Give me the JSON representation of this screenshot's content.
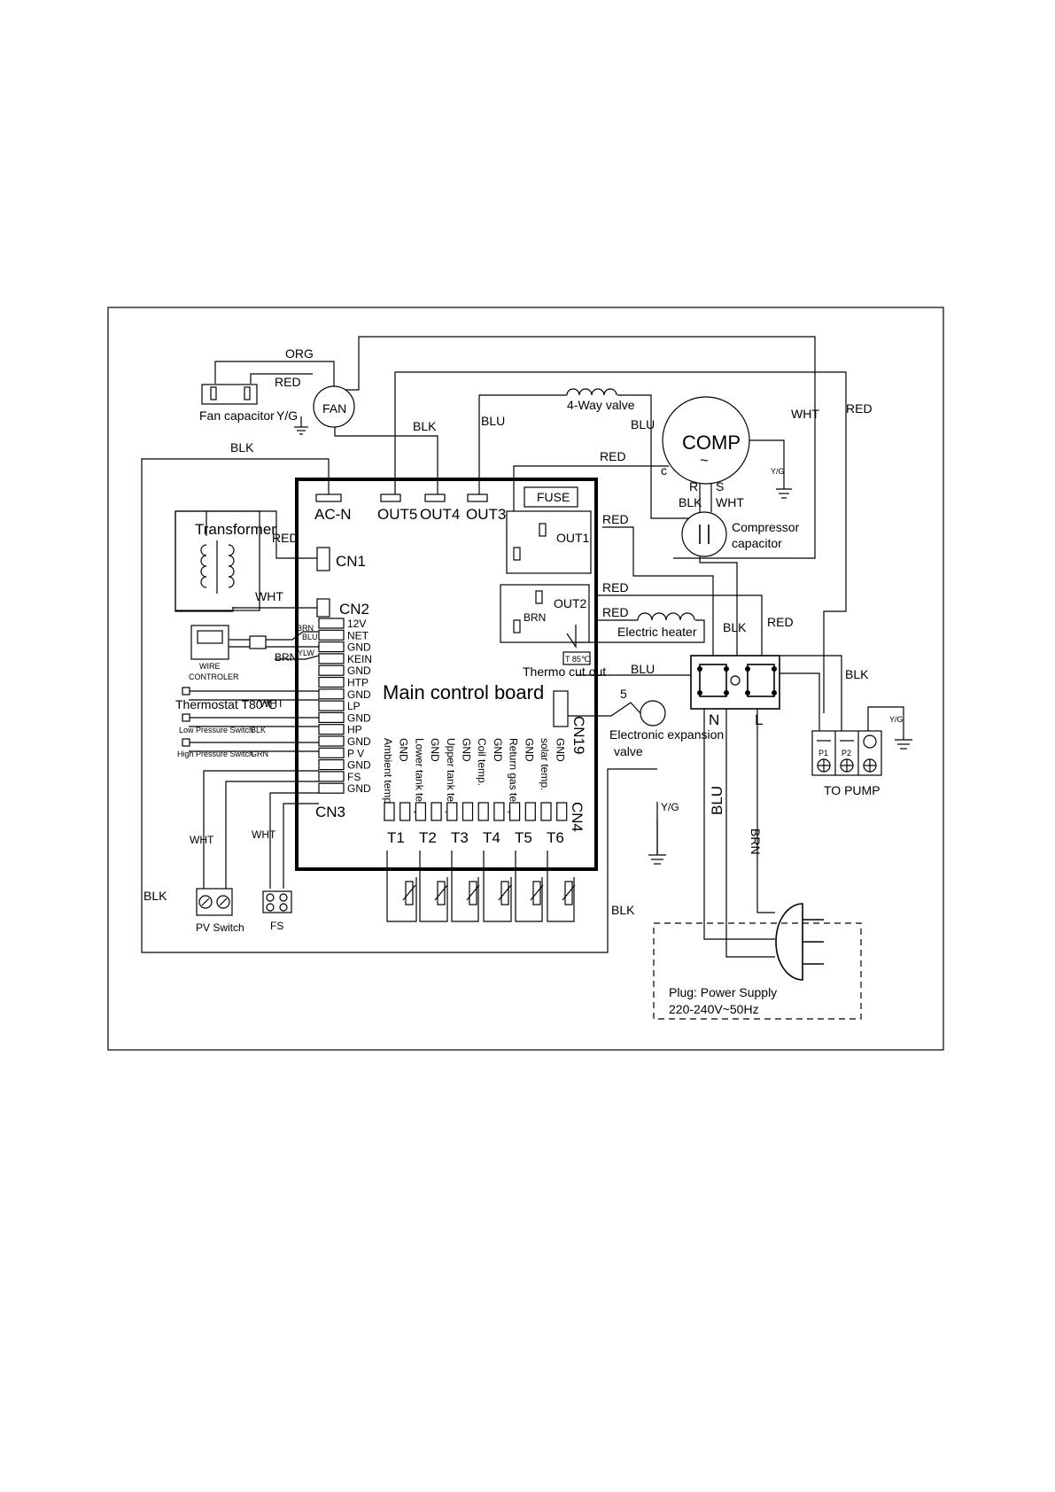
{
  "board": {
    "title": "Main control board",
    "connectors": {
      "acn": "AC-N",
      "out5": "OUT5",
      "out4": "OUT4",
      "out3": "OUT3",
      "fuse": "FUSE",
      "out1": "OUT1",
      "out2": "OUT2",
      "cn1": "CN1",
      "cn2": "CN2",
      "cn3": "CN3",
      "cn4": "CN4",
      "cn19": "CN19"
    },
    "cn3_pins": [
      "12V",
      "NET",
      "GND",
      "KEIN",
      "GND",
      "HTP",
      "GND",
      "LP",
      "GND",
      "HP",
      "GND",
      "P V",
      "GND",
      "FS",
      "GND"
    ],
    "sensor_pins": [
      "Ambient temp.",
      "GND",
      "Lower tank temp.",
      "GND",
      "Upper tank temp.",
      "GND",
      "Coil temp.",
      "GND",
      "Return gas temp.",
      "GND",
      "solar temp.",
      "GND"
    ],
    "sensors": [
      "T1",
      "T2",
      "T3",
      "T4",
      "T5",
      "T6"
    ]
  },
  "components": {
    "fan": "FAN",
    "fan_capacitor": "Fan capacitor",
    "transformer": "Transformer",
    "wire_controller": [
      "WIRE",
      "CONTROLER"
    ],
    "thermostat": "Thermostat T80℃",
    "low_pressure": "Low Pressure Switch",
    "high_pressure": "High Pressure Switch",
    "pv_switch": "PV Switch",
    "fs": "FS",
    "four_way_valve": "4-Way valve",
    "comp": "COMP",
    "comp_symbol": "~",
    "comp_pins": {
      "c": "c",
      "r": "R",
      "s": "S"
    },
    "compressor_capacitor": [
      "Compressor",
      "capacitor"
    ],
    "electric_heater": "Electric heater",
    "thermo_cutout_rating": "T 85℃",
    "thermo_cutout": "Thermo cut out",
    "eev": [
      "Electronic expansion",
      "valve"
    ],
    "eev_num": "5",
    "terminal_n": "N",
    "terminal_l": "L",
    "to_pump": "TO PUMP",
    "pump_terminals": [
      "P1",
      "P2"
    ],
    "plug": [
      "Plug: Power Supply",
      "220-240V~50Hz"
    ]
  },
  "wire_labels": {
    "org": "ORG",
    "red": "RED",
    "yg": "Y/G",
    "blk": "BLK",
    "blu": "BLU",
    "wht": "WHT",
    "brn": "BRN",
    "grn": "GRN",
    "ylw": "YLW"
  }
}
